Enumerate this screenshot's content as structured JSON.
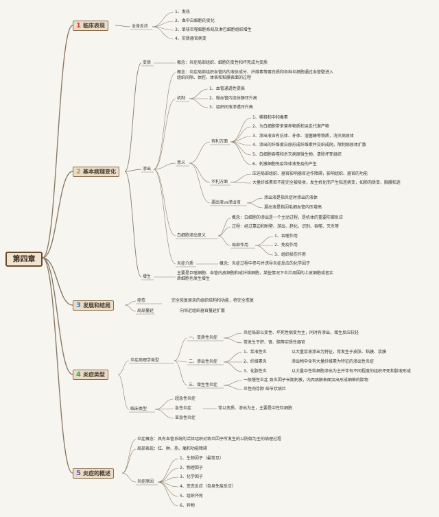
{
  "root": "第四章",
  "colors": {
    "s1": "#d93a2e",
    "s2": "#e08a1e",
    "s3": "#2f7fc1",
    "s4": "#3fa53a",
    "s5": "#6a4fb3",
    "line": "#8a7a68"
  },
  "s1": {
    "num": "1",
    "label": "临床表现",
    "quanshen": "全身反应",
    "items": [
      "1、发热",
      "2、血中白细胞的变化",
      "3、单核巨噬细胞系统及淋巴细胞组织增生",
      "4、实质器官病变"
    ]
  },
  "s2": {
    "num": "2",
    "label": "基本病理变化",
    "bianzhi": "变质",
    "bianzhi_def": "概念：炎症局部组织、细胞的变性和坏死成为变质",
    "shenchu": "渗出",
    "shenchu_def": "概念：炎症局部组织血管内的液体成分、纤维素等蛋白质和各种炎细胞通过血管壁进入组织间隙、体腔、体表和粘膜表面的过程",
    "jizhi": "机制",
    "jizhi_items": [
      "1、血管通透性提高",
      "2、微血管内流体静压升高",
      "3、组织间液渗透压升高"
    ],
    "yiyi": "意义",
    "youli": "有利方面",
    "youli_items": [
      "1、稀释和中和毒素",
      "2、为白细胞带来营养物质和运走代谢产物",
      "3、渗出液含有抗体、补体、溶菌酶等物质，消灭病原体",
      "4、渗出的纤维蛋白原形成纤维素并交织成网，限制病原体扩散",
      "5、白细胞吞噬和杀灭病原微生物，清除坏死组织",
      "6、刺激细胞免疫和体液免疫的产生"
    ],
    "buli": "不利方面",
    "buli_items": [
      "压迫局部组织、器官影响器官运作障碍，影响组织、器官的功能",
      "大量纤维素若不能完全被吸收，发生机化而产生粘连病变，如肺肉质变、胸膜粘连"
    ],
    "louchu": "漏出液vs渗出液",
    "louchu_items": [
      "渗出液是指炎症时渗出的液体",
      "漏出液是指因毛细血管内压增高"
    ],
    "bxb": "白细胞渗出意义",
    "bxb_gainian": "概念：白细胞的渗出是一个主动过程，是机体的重要防御反应",
    "bxb_guocheng": "过程：经过靠边和附壁、游出、趋化、识别、吞噬、灭杀等",
    "jubu": "局部作用",
    "jubu_items": [
      "1、吞噬作用",
      "2、免疫作用",
      "3、组织损伤作用"
    ],
    "yzjs": "炎症介质",
    "yzjs_def": "概念：炎症过程中参与并诱导炎症反应的化学因子",
    "zengsheng": "增生",
    "zengsheng_def": "主要是巨噬细胞、血管内皮细胞和成纤维细胞，某些情况下炎灶周围的上皮细胞或者实质细胞也发生增生"
  },
  "s3": {
    "num": "3",
    "label": "发展和结局",
    "quanyu": "痊愈",
    "quanyu_def": "完全恢复原来的组织结构和功能，称完全愈复",
    "jubuman": "局部蔓延",
    "jubuman_def": "向邻近组织器官蔓延扩散"
  },
  "s4": {
    "num": "4",
    "label": "炎症类型",
    "bingli": "炎症病理学类型",
    "biz": "一、变质性炎症",
    "biz_items": [
      "炎症局部以变性、坏死性病变为主，同时有渗出，增生反应较轻",
      "常发生于肝、肾、脑等实质性器官"
    ],
    "shc": "二、渗出性炎症",
    "shc_items": [
      "1、浆液性炎",
      "2、纤维素炎",
      "3、化脓性炎"
    ],
    "shc_defs": [
      "以大量浆液渗出为特征，常发生于皮肤、粘膜、浆膜",
      "渗出物中含有大量纤维素为特征的渗出性炎症",
      "以大量中性粒细胞渗出为主并伴有不同程度的组织坏死和脓液形成"
    ],
    "zs": "三、增生性炎症",
    "zs_items": [
      "一般慢性炎症 致炎因子长期刺激，内西病解表面突出形成细蒂的肿物",
      "炎性肉芽肿 结节状病灶"
    ],
    "linchuang": "临床类型",
    "lc_items": [
      "超急性炎症",
      "急性炎症",
      "亚急性炎症"
    ],
    "lc_def": "常以变质、渗出为主，主要是中性粒细胞"
  },
  "s5": {
    "num": "5",
    "label": "炎症的概述",
    "gainian": "炎症概念：具有血管系统的活体组织对致炎因子所发生的以防御为主的病理过程",
    "jububx": "局部表现：红、肿、热、痛和功能障碍",
    "yuanyin": "炎症原因",
    "yuanyin_items": [
      "1、生物因子（最常见）",
      "2、物理因子",
      "3、化学因子",
      "4、变态反应（自身免疫反应）",
      "5、组织坏死",
      "6、异物"
    ]
  }
}
